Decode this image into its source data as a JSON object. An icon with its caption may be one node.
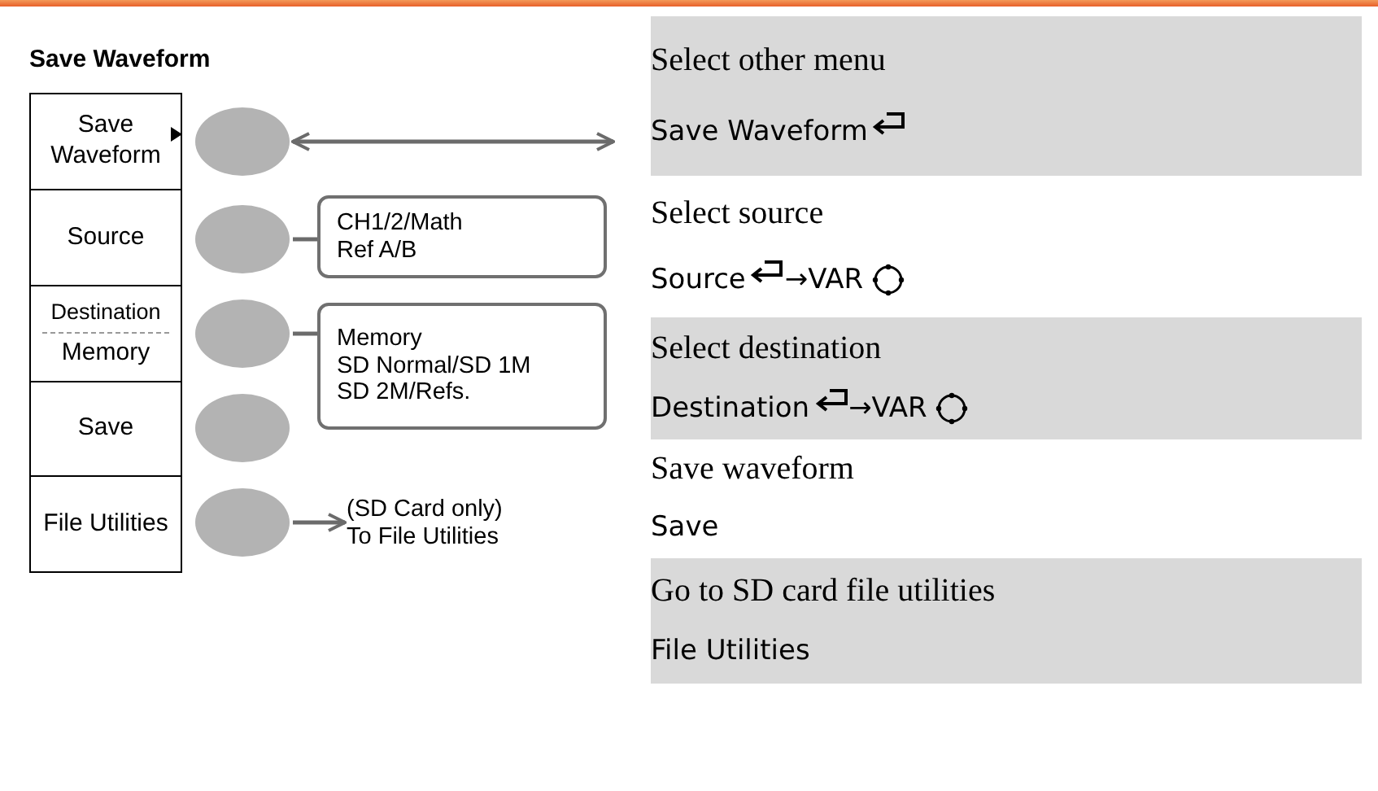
{
  "diagram": {
    "title": "Save Waveform",
    "nodes": [
      {
        "text": [
          "Save Waveform"
        ]
      },
      {
        "text": [
          "Source"
        ]
      },
      {
        "text": [
          "Destination",
          "Memory"
        ]
      },
      {
        "text": [
          "Save"
        ]
      },
      {
        "text": [
          "File Utilities"
        ]
      },
      {
        "text": [],
        "shape": "circle"
      },
      {
        "text": [],
        "shape": "circle"
      },
      {
        "text": [],
        "shape": "circle"
      },
      {
        "text": [],
        "shape": "circle"
      },
      {
        "text": [],
        "shape": "circle"
      },
      {
        "text": [
          "CH1/2/Math",
          "Ref A/B"
        ]
      },
      {
        "text": [
          "Memory",
          "SD Normal/SD 1M",
          "SD 2M/Refs."
        ]
      },
      {
        "text": [
          "(SD Card only)",
          "To File Utilities"
        ]
      }
    ],
    "edges": [
      {
        "from": 5,
        "to": null,
        "arrow": "both"
      },
      {
        "from": 6,
        "to": 10,
        "arrow": "none"
      },
      {
        "from": 7,
        "to": 11,
        "arrow": "none"
      },
      {
        "from": 9,
        "to": 12,
        "arrow": "to"
      }
    ],
    "labels": [
      "Select other menu",
      "Save Waveform",
      "Select source",
      "Source",
      "→VAR",
      "Select destination",
      "Destination",
      "→VAR",
      "Save waveform",
      "Save",
      "Go to SD card file utilities",
      "File Utilities"
    ]
  }
}
